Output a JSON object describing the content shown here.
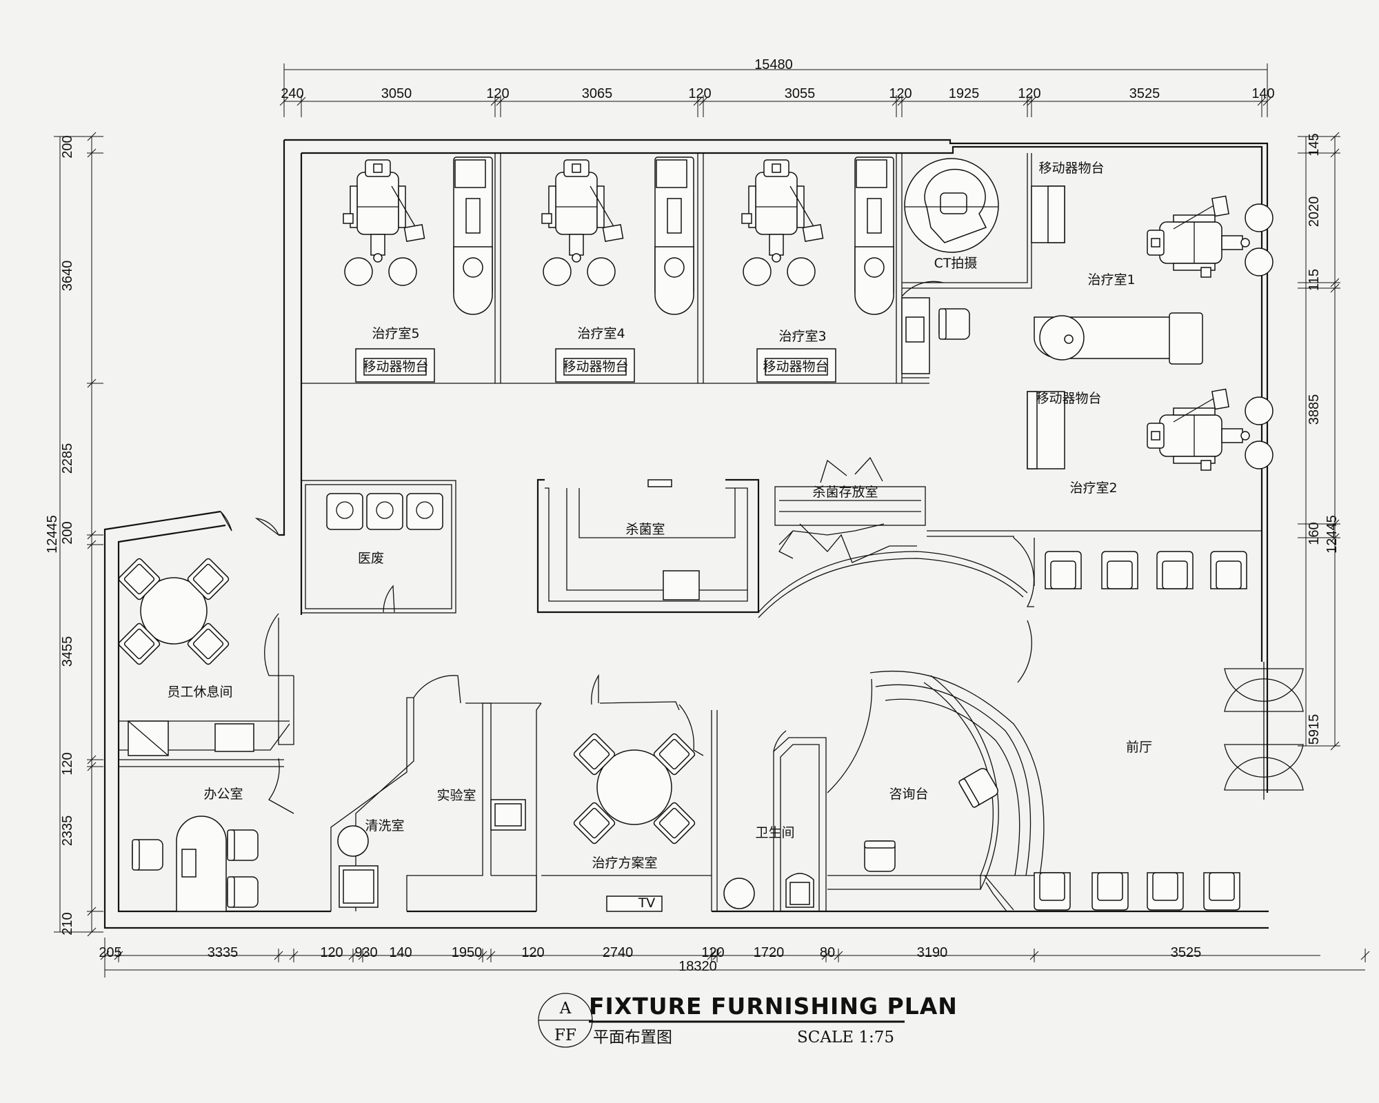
{
  "title": {
    "main": "FIXTURE FURNISHING PLAN",
    "sub": "平面布置图",
    "scale": "SCALE 1:75",
    "tag_top": "A",
    "tag_bottom": "FF"
  },
  "dimensions": {
    "top_total": "15480",
    "top": [
      "240",
      "3050",
      "120",
      "3065",
      "120",
      "3055",
      "120",
      "1925",
      "120",
      "3525",
      "140"
    ],
    "bottom_total": "18320",
    "bottom": [
      "205",
      "3335",
      "120",
      "930",
      "140",
      "1950",
      "120",
      "2740",
      "120",
      "1720",
      "80",
      "3190",
      "3525"
    ],
    "left_total": "12445",
    "left": [
      "200",
      "3640",
      "2285",
      "200",
      "3455",
      "120",
      "2335",
      "210"
    ],
    "right_total": "12445",
    "right": [
      "145",
      "2020",
      "115",
      "3885",
      "160",
      "5915"
    ]
  },
  "rooms": {
    "treatment5": "治疗室5",
    "treatment4": "治疗室4",
    "treatment3": "治疗室3",
    "treatment2": "治疗室2",
    "treatment1": "治疗室1",
    "ct": "CT拍摄",
    "sterilization": "杀菌室",
    "sterile_storage": "杀菌存放室",
    "medical_waste": "医废",
    "staff_lounge": "员工休息间",
    "office": "办公室",
    "washroom": "清洗室",
    "lab": "实验室",
    "plan_room": "治疗方案室",
    "restroom": "卫生间",
    "reception": "咨询台",
    "lobby": "前厅",
    "mobile_cart": "移动器物台",
    "tv": "TV"
  },
  "colors": {
    "ink": "#111111",
    "paper": "#f3f3f2"
  }
}
